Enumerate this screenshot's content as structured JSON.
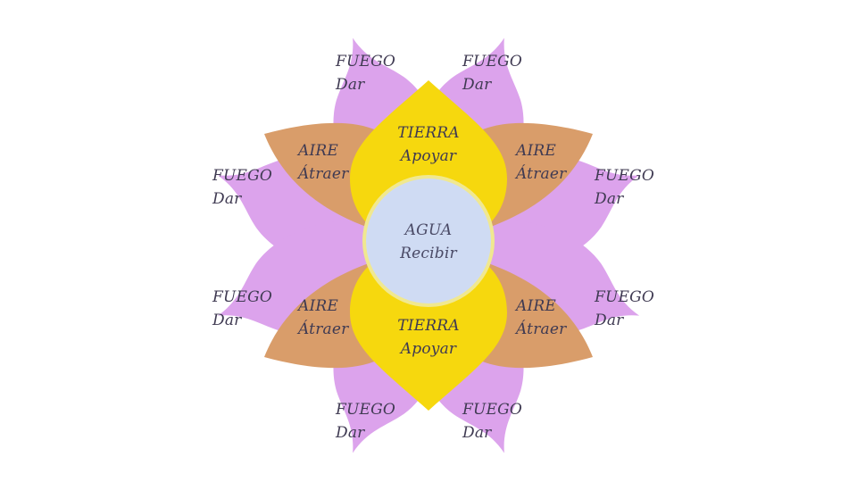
{
  "colors": {
    "background": "#ffffff",
    "fuego": "#dca3ec",
    "fuego_outline": "#c78ad8",
    "aire": "#d99d6a",
    "tierra": "#f6d80e",
    "agua": "#cfdbf3",
    "agua_ring": "#f0e890",
    "text": "#3f3a52"
  },
  "petals": {
    "fuego": [
      {
        "element": "FUEGO",
        "verb": "Dar"
      },
      {
        "element": "FUEGO",
        "verb": "Dar"
      },
      {
        "element": "FUEGO",
        "verb": "Dar"
      },
      {
        "element": "FUEGO",
        "verb": "Dar"
      },
      {
        "element": "FUEGO",
        "verb": "Dar"
      },
      {
        "element": "FUEGO",
        "verb": "Dar"
      },
      {
        "element": "FUEGO",
        "verb": "Dar"
      },
      {
        "element": "FUEGO",
        "verb": "Dar"
      }
    ],
    "aire": [
      {
        "element": "AIRE",
        "verb": "Átraer"
      },
      {
        "element": "AIRE",
        "verb": "Átraer"
      },
      {
        "element": "AIRE",
        "verb": "Átraer"
      },
      {
        "element": "AIRE",
        "verb": "Átraer"
      }
    ],
    "tierra": [
      {
        "element": "TIERRA",
        "verb": "Apoyar"
      },
      {
        "element": "TIERRA",
        "verb": "Apoyar"
      }
    ]
  },
  "center": {
    "element": "AGUA",
    "verb": "Recibir"
  }
}
